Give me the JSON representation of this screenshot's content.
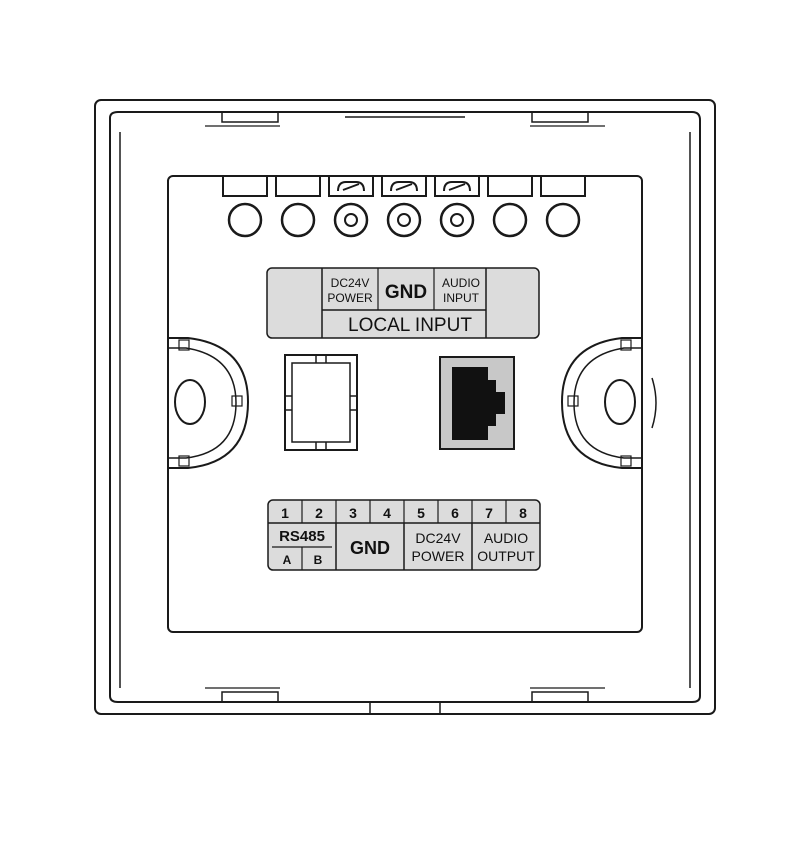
{
  "top_labels": {
    "dc24v": "DC24V",
    "power": "POWER",
    "gnd": "GND",
    "audio": "AUDIO",
    "input": "INPUT",
    "local_input": "LOCAL INPUT"
  },
  "bottom_labels": {
    "pins": [
      "1",
      "2",
      "3",
      "4",
      "5",
      "6",
      "7",
      "8"
    ],
    "rs485": "RS485",
    "a": "A",
    "b": "B",
    "gnd": "GND",
    "dc24v": "DC24V",
    "power": "POWER",
    "audio": "AUDIO",
    "output": "OUTPUT"
  },
  "colors": {
    "line": "#1a1a1a",
    "label_fill": "#dcdcdc",
    "rj45_fill": "#c8c8c8",
    "rj45_port": "#111111"
  }
}
